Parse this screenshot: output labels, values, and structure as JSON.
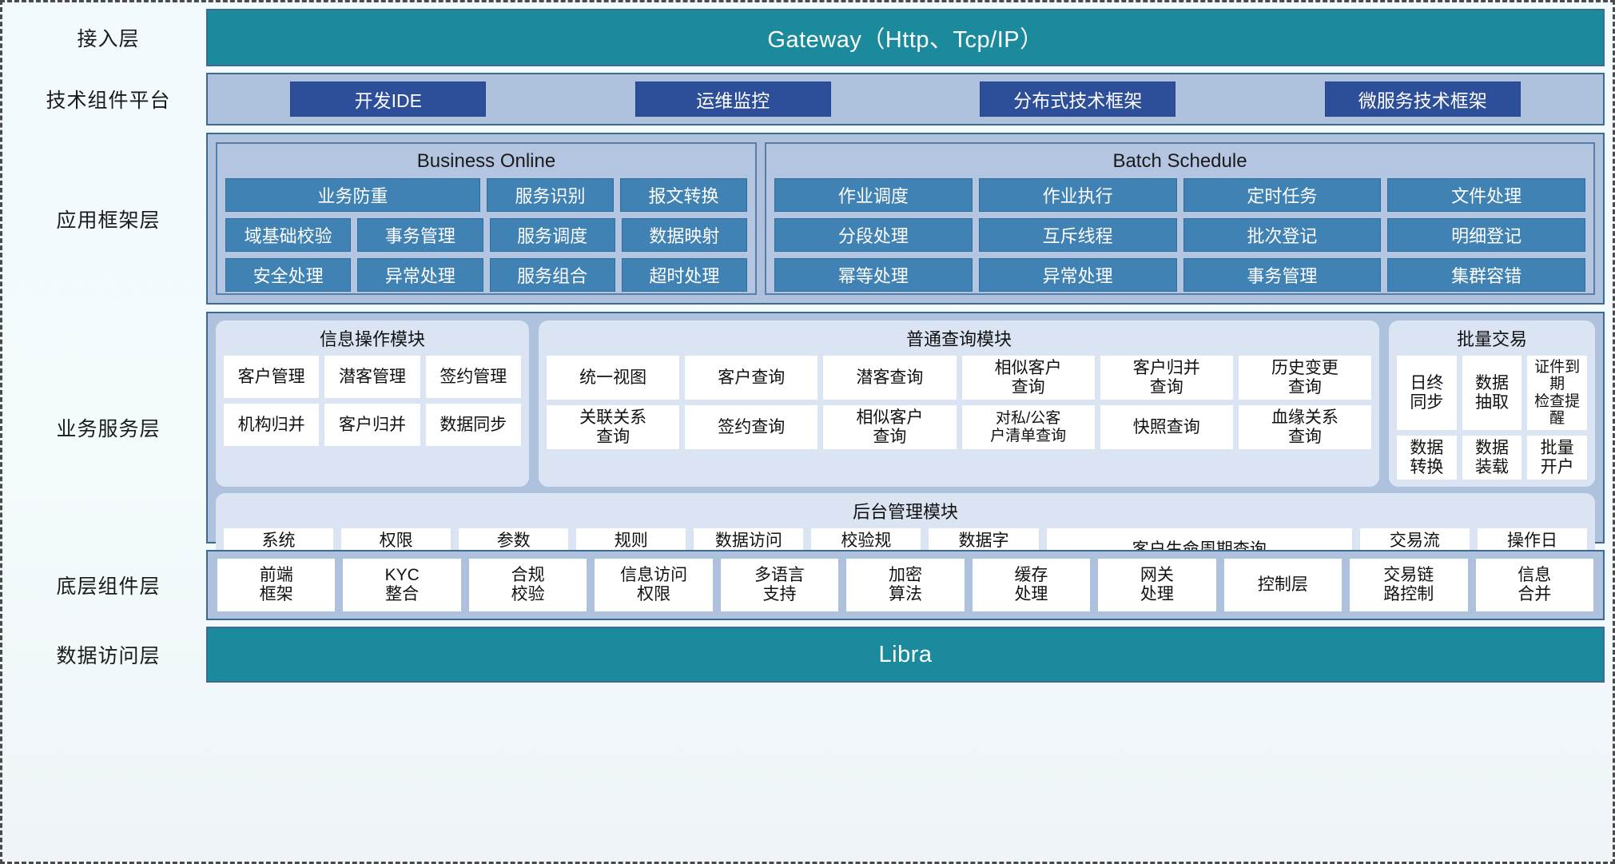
{
  "layers": {
    "access": {
      "label": "接入层",
      "bar": "Gateway（Http、Tcp/IP）"
    },
    "tech": {
      "label": "技术组件平台",
      "chips": [
        "开发IDE",
        "运维监控",
        "分布式技术框架",
        "微服务技术框架"
      ]
    },
    "app": {
      "label": "应用框架层",
      "groups": [
        {
          "title": "Business Online",
          "rows": [
            [
              "业务防重",
              "服务识别",
              "报文转换"
            ],
            [
              "域基础校验",
              "事务管理",
              "服务调度",
              "数据映射"
            ],
            [
              "安全处理",
              "异常处理",
              "服务组合",
              "超时处理"
            ]
          ]
        },
        {
          "title": "Batch Schedule",
          "rows": [
            [
              "作业调度",
              "作业执行",
              "定时任务",
              "文件处理"
            ],
            [
              "分段处理",
              "互斥线程",
              "批次登记",
              "明细登记"
            ],
            [
              "幂等处理",
              "异常处理",
              "事务管理",
              "集群容错"
            ]
          ]
        }
      ]
    },
    "service": {
      "label": "业务服务层",
      "cards": [
        {
          "title": "信息操作模块",
          "rows": [
            [
              "客户管理",
              "潜客管理",
              "签约管理"
            ],
            [
              "机构归并",
              "客户归并",
              "数据同步"
            ]
          ]
        },
        {
          "title": "普通查询模块",
          "rows": [
            [
              "统一视图",
              "客户查询",
              "潜客查询",
              "相似客户\n查询",
              "客户归并\n查询",
              "历史变更\n查询"
            ],
            [
              "关联关系\n查询",
              "签约查询",
              "相似客户\n查询",
              "对私/公客\n户清单查询",
              "快照查询",
              "血缘关系\n查询"
            ]
          ]
        },
        {
          "title": "批量交易",
          "rows": [
            [
              "日终\n同步",
              "数据\n抽取",
              "证件到期\n检查提醒"
            ],
            [
              "数据\n转换",
              "数据\n装载",
              "批量\n开户"
            ]
          ]
        }
      ],
      "backoffice": {
        "title": "后台管理模块",
        "cells": [
          "系统\n管理",
          "权限\n管理",
          "参数\n管理",
          "规则\n配置",
          "数据访问\n控制",
          "校验规\n则管理",
          "数据字\n典管理",
          "客户生命周期查询",
          "交易流\n水查询",
          "操作日\n志查询"
        ],
        "wide_index": 7
      }
    },
    "component": {
      "label": "底层组件层",
      "cells": [
        "前端\n框架",
        "KYC\n整合",
        "合规\n校验",
        "信息访问\n权限",
        "多语言\n支持",
        "加密\n算法",
        "缓存\n处理",
        "网关\n处理",
        "控制层",
        "交易链\n路控制",
        "信息\n合并"
      ]
    },
    "data": {
      "label": "数据访问层",
      "bar": "Libra"
    }
  },
  "colors": {
    "teal": "#1b8a9c",
    "panel_blue": "#aec2de",
    "chip_blue": "#2d4e99",
    "cell_blue": "#4182b4",
    "card_bg": "#dbe4f3",
    "border": "#3f6a8f",
    "white": "#ffffff"
  }
}
